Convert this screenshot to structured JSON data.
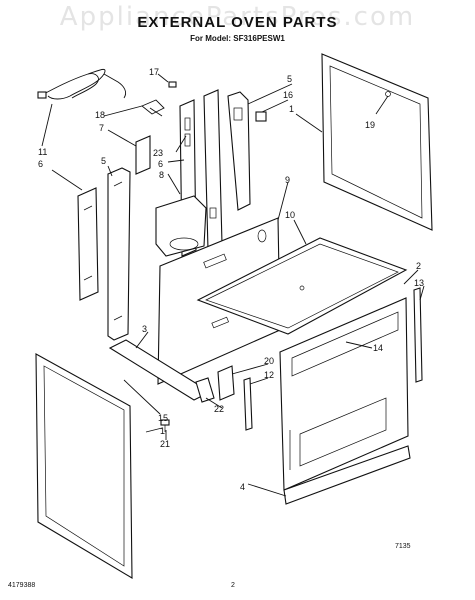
{
  "watermark": "AppliancePartsPros.com",
  "title": "EXTERNAL OVEN PARTS",
  "subtitle": "For Model: SF316PESW1",
  "footer": {
    "doc_number": "4179388",
    "page_number": "2",
    "code": "7135"
  },
  "callouts": [
    "17",
    "5",
    "16",
    "1",
    "18",
    "7",
    "23",
    "6",
    "8",
    "19",
    "11",
    "6",
    "5",
    "9",
    "10",
    "2",
    "13",
    "3",
    "14",
    "20",
    "12",
    "22",
    "15",
    "1",
    "21",
    "4"
  ]
}
